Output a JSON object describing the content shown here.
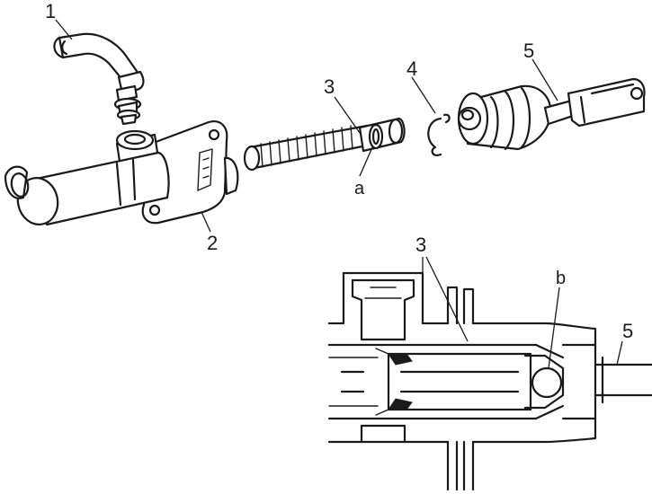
{
  "diagram": {
    "callouts": {
      "hose": "1",
      "cylinder_body": "2",
      "piston": "3",
      "clip": "4",
      "pushrod": "5",
      "seal_ring": "a",
      "section_piston": "3",
      "section_ball": "b",
      "section_pushrod": "5"
    }
  }
}
